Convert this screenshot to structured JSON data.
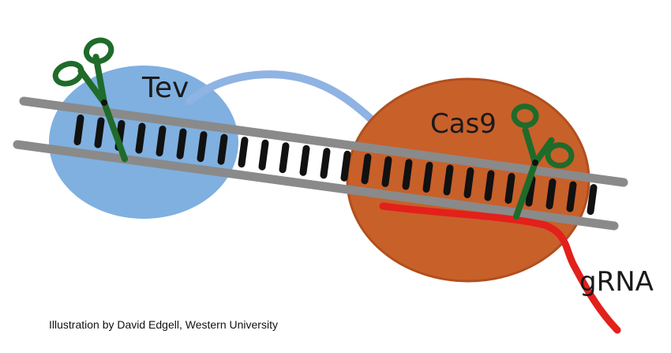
{
  "labels": {
    "tev": "Tev",
    "cas9": "Cas9",
    "grna": "gRNA"
  },
  "caption": "Illustration by David Edgell, Western University",
  "colors": {
    "tev_blob": "#7fb0e0",
    "linker": "#8fb3e3",
    "cas9_blob": "#c8602a",
    "cas9_outline": "#b14f1e",
    "dna_strand": "#8a8a8a",
    "base_pair": "#111111",
    "grna": "#e3201b",
    "scissors": "#1f6b2a"
  },
  "icons": {
    "tev_cut": "scissors-icon",
    "cas9_cut": "scissors-icon"
  }
}
